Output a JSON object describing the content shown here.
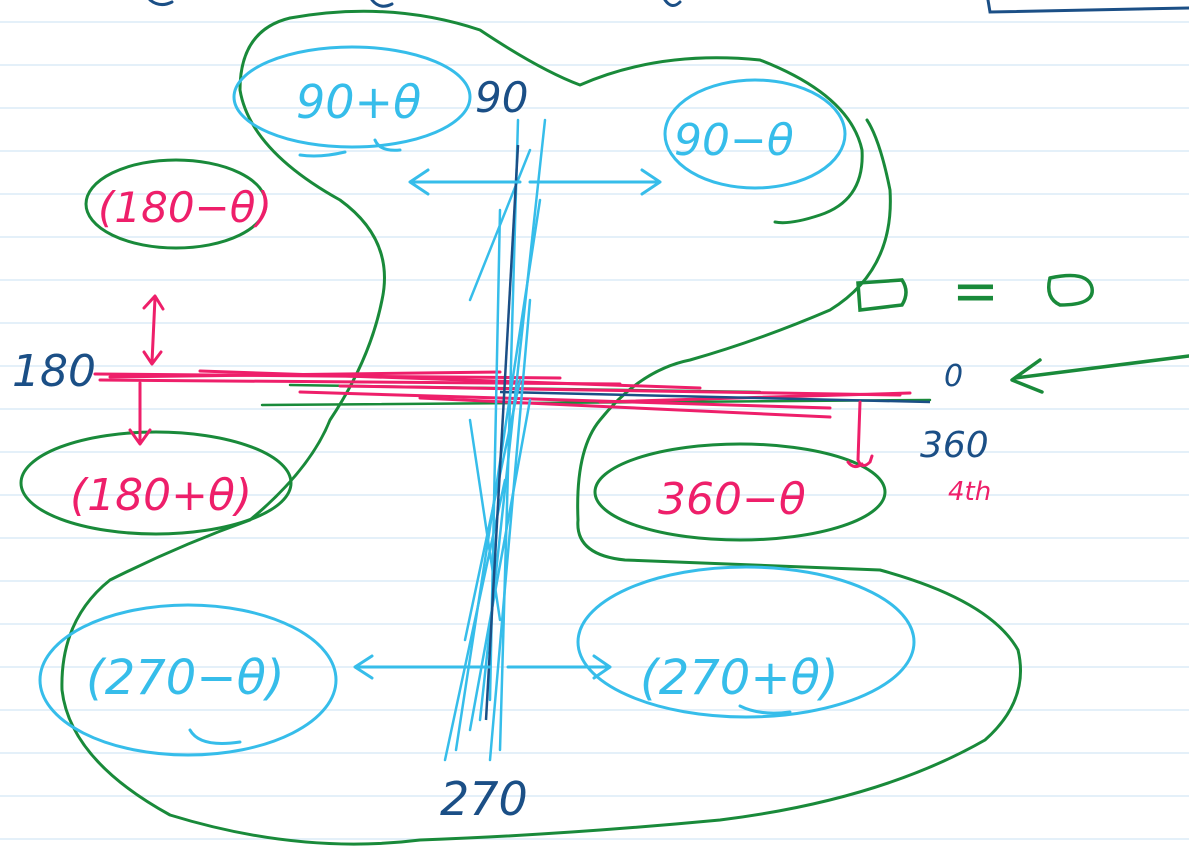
{
  "colors": {
    "page_background": "#ffffff",
    "ruled_lines": "#d3e8f5",
    "cyan_ink": "#36bdea",
    "navy_ink": "#1b4f86",
    "pink_ink": "#ee1f6a",
    "green_ink": "#198a3a"
  },
  "quadrants": {
    "q2_top_left": "90+θ",
    "q1_top_right": "90−θ",
    "q2_left": "(180−θ)",
    "q3_left": "(180+θ)",
    "q4_right": "360−θ",
    "q3_bottom_left": "(270−θ)",
    "q4_bottom_right": "(270+θ)"
  },
  "axis_labels": {
    "top": "90",
    "left": "180",
    "right_zero": "0",
    "right_full": "360",
    "bottom": "270"
  },
  "annotations": {
    "fourth": "4th",
    "equation_equals": "="
  }
}
